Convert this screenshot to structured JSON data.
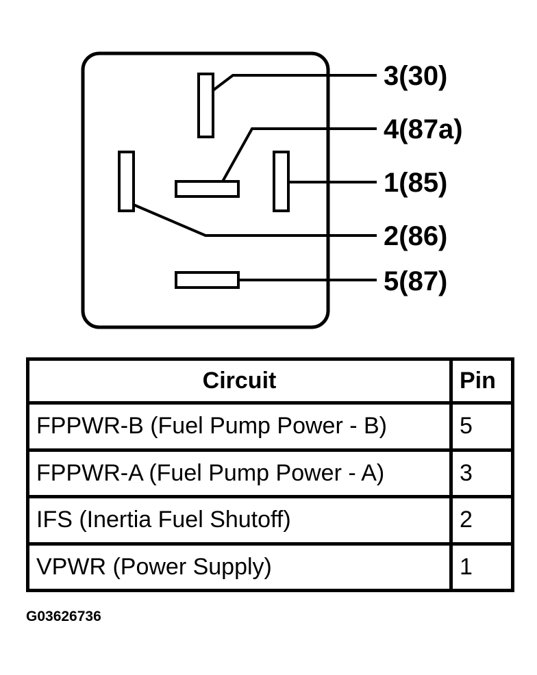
{
  "diagram": {
    "pin_labels": [
      "3(30)",
      "4(87a)",
      "1(85)",
      "2(86)",
      "5(87)"
    ]
  },
  "table": {
    "headers": [
      "Circuit",
      "Pin"
    ],
    "rows": [
      {
        "circuit": "FPPWR-B (Fuel Pump Power - B)",
        "pin": "5"
      },
      {
        "circuit": "FPPWR-A (Fuel Pump Power - A)",
        "pin": "3"
      },
      {
        "circuit": "IFS (Inertia Fuel Shutoff)",
        "pin": "2"
      },
      {
        "circuit": "VPWR (Power Supply)",
        "pin": "1"
      }
    ]
  },
  "figure_id": "G03626736"
}
